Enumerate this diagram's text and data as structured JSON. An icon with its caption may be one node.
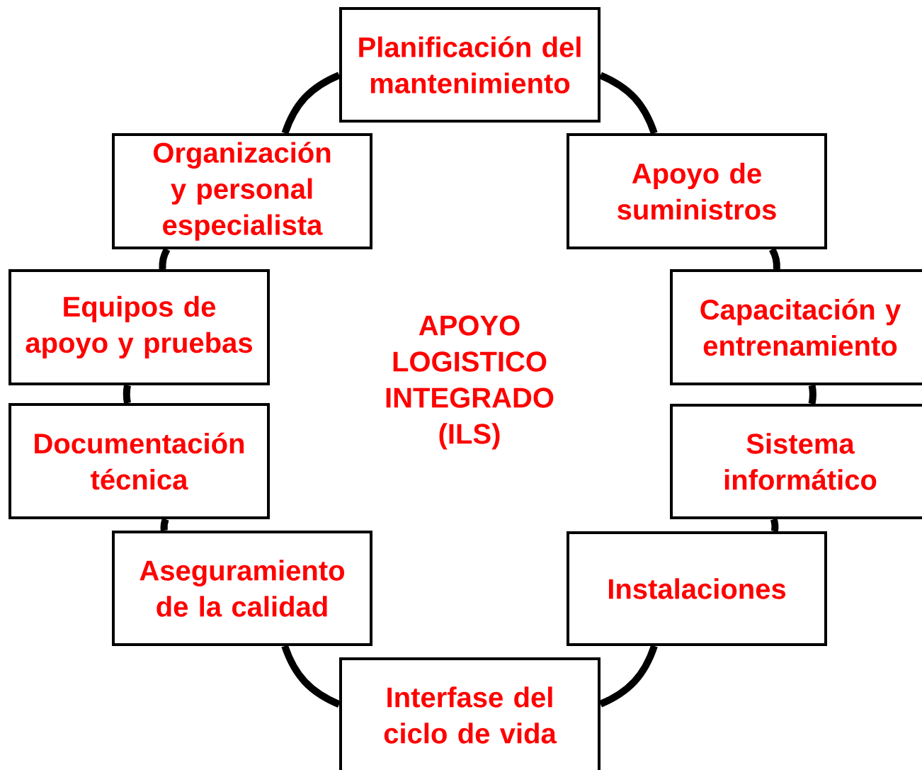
{
  "diagram": {
    "nodes": [
      {
        "text": [
          "Planificación del mantenimiento"
        ]
      },
      {
        "text": [
          "Apoyo de suministros"
        ]
      },
      {
        "text": [
          "Capacitación y entrenamiento"
        ]
      },
      {
        "text": [
          "Sistema informático"
        ]
      },
      {
        "text": [
          "Instalaciones"
        ]
      },
      {
        "text": [
          "Interfase del ciclo de vida"
        ]
      },
      {
        "text": [
          "Aseguramiento de la calidad"
        ]
      },
      {
        "text": [
          "Documentación técnica"
        ]
      },
      {
        "text": [
          "Equipos de apoyo y pruebas"
        ]
      },
      {
        "text": [
          "Organización y personal especialista"
        ]
      }
    ],
    "edges": [
      {
        "from": 0,
        "to": 1,
        "arrow": "none"
      },
      {
        "from": 1,
        "to": 2,
        "arrow": "none"
      },
      {
        "from": 2,
        "to": 3,
        "arrow": "none"
      },
      {
        "from": 3,
        "to": 4,
        "arrow": "none"
      },
      {
        "from": 4,
        "to": 5,
        "arrow": "none"
      },
      {
        "from": 5,
        "to": 6,
        "arrow": "none"
      },
      {
        "from": 6,
        "to": 7,
        "arrow": "none"
      },
      {
        "from": 7,
        "to": 8,
        "arrow": "none"
      },
      {
        "from": 8,
        "to": 9,
        "arrow": "none"
      },
      {
        "from": 9,
        "to": 0,
        "arrow": "none"
      }
    ],
    "labels": [
      "APOYO LOGISTICO INTEGRADO (ILS)"
    ]
  }
}
